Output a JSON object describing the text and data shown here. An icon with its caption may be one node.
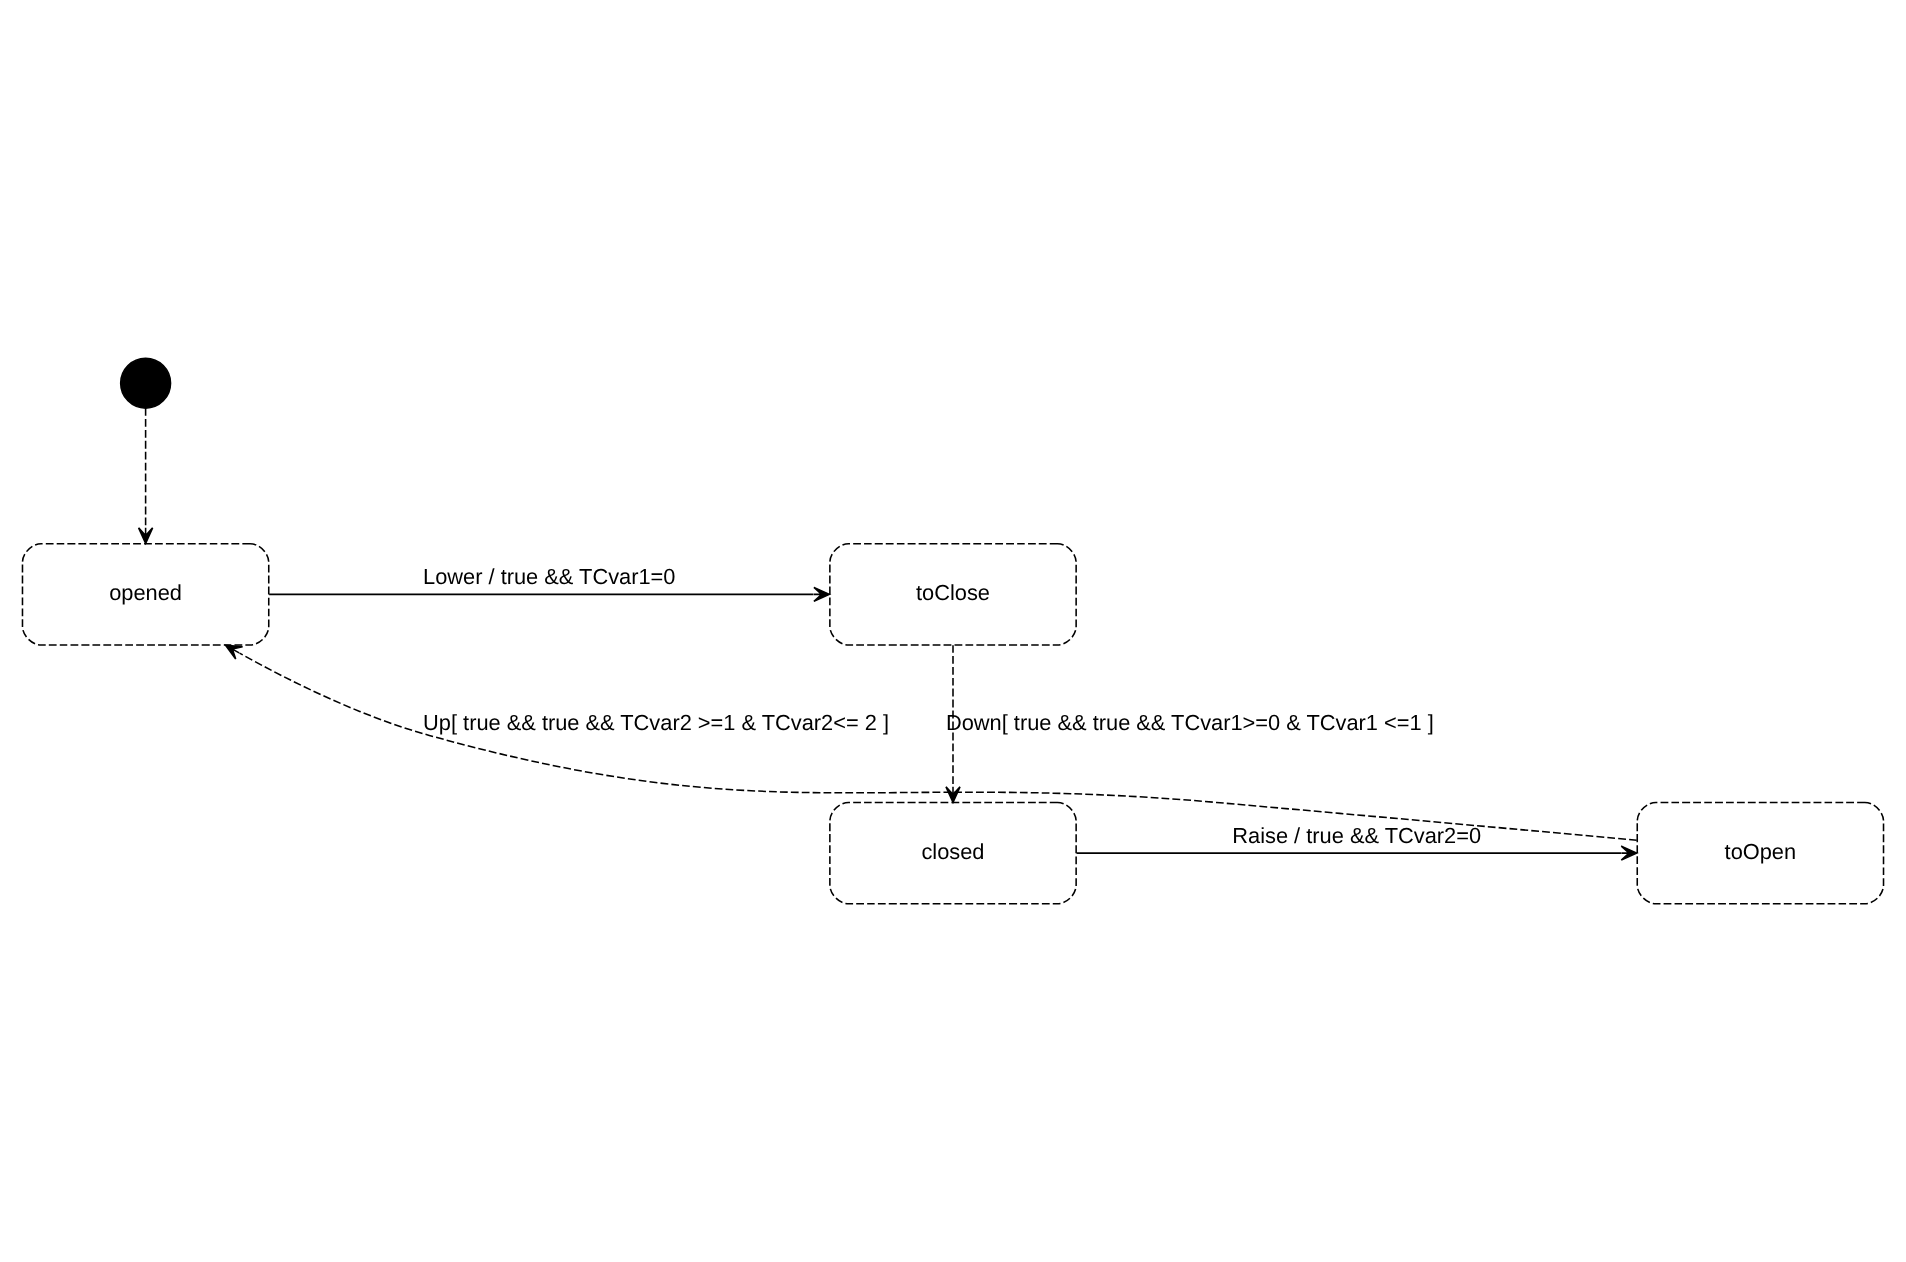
{
  "diagram": {
    "nodes": [
      {
        "text": [],
        "shape": "circle"
      },
      {
        "text": [
          "opened"
        ]
      },
      {
        "text": [
          "toClose"
        ]
      },
      {
        "text": [
          "closed"
        ]
      },
      {
        "text": [
          "toOpen"
        ]
      }
    ],
    "edges": [
      {
        "from": 0,
        "to": 1,
        "arrow": "to",
        "style": "dashed"
      },
      {
        "from": 1,
        "to": 2,
        "arrow": "to",
        "label": "Lower / true && TCvar1=0"
      },
      {
        "from": 2,
        "to": 3,
        "arrow": "to",
        "style": "dashed",
        "label": "Down[ true && true && TCvar1>=0 & TCvar1 <=1 ]"
      },
      {
        "from": 3,
        "to": 4,
        "arrow": "to",
        "label": "Raise / true && TCvar2=0"
      },
      {
        "from": 4,
        "to": 1,
        "arrow": "to",
        "style": "dashed",
        "label": "Up[ true && true && TCvar2 >=1 & TCvar2<= 2 ]"
      }
    ]
  }
}
